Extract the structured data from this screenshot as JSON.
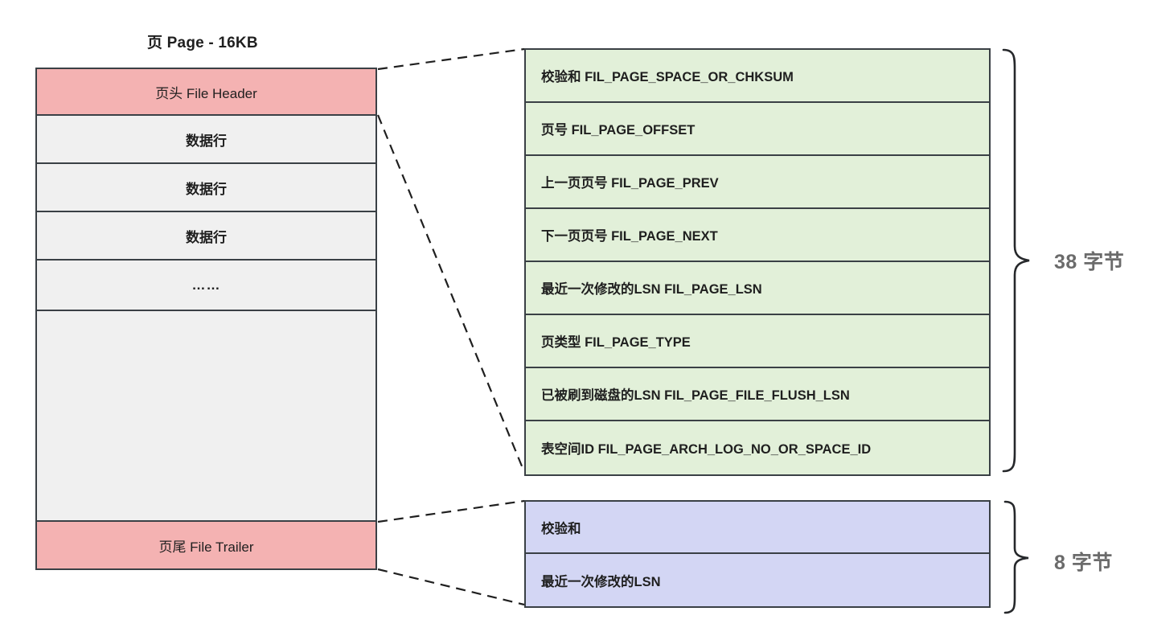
{
  "diagram": {
    "title": "页 Page - 16KB",
    "page_block": {
      "header_label": "页头 File Header",
      "data_rows": [
        "数据行",
        "数据行",
        "数据行"
      ],
      "ellipsis": "……",
      "trailer_label": "页尾 File Trailer"
    },
    "file_header_detail": {
      "color": "#e2f0d9",
      "size_label": "38 字节",
      "fields": [
        "校验和   FIL_PAGE_SPACE_OR_CHKSUM",
        "页号  FIL_PAGE_OFFSET",
        "上一页页号  FIL_PAGE_PREV",
        "下一页页号  FIL_PAGE_NEXT",
        "最近一次修改的LSN  FIL_PAGE_LSN",
        "页类型  FIL_PAGE_TYPE",
        "已被刷到磁盘的LSN  FIL_PAGE_FILE_FLUSH_LSN",
        "表空间ID  FIL_PAGE_ARCH_LOG_NO_OR_SPACE_ID"
      ]
    },
    "file_trailer_detail": {
      "color": "#d3d6f4",
      "size_label": "8 字节",
      "fields": [
        "校验和",
        "最近一次修改的LSN"
      ]
    },
    "colors": {
      "pink": "#f4b2b2",
      "gray": "#f0f0f0",
      "green": "#e2f0d9",
      "blue": "#d3d6f4",
      "border": "#3a4045",
      "brace_text": "#6b6b6b"
    }
  }
}
